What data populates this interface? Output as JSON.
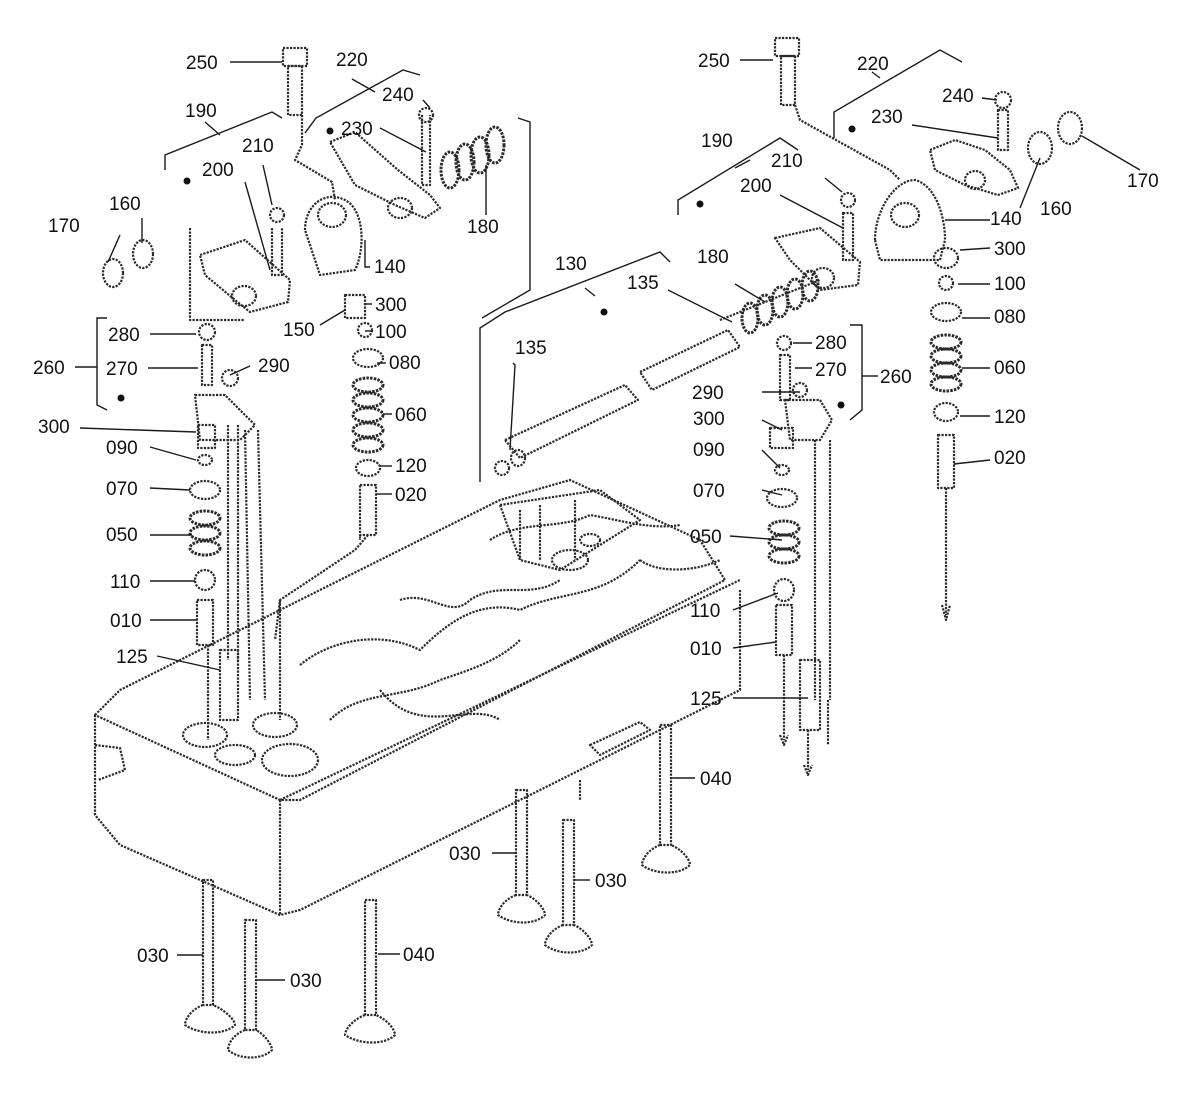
{
  "callouts": {
    "l250": "250",
    "l220": "220",
    "l240": "240",
    "l230": "230",
    "l190": "190",
    "l210": "210",
    "l200": "200",
    "l180": "180",
    "l170": "170",
    "l160": "160",
    "l140": "140",
    "l300a": "300",
    "l150": "150",
    "l100": "100",
    "l080": "080",
    "l280": "280",
    "l270": "270",
    "l290": "290",
    "l260": "260",
    "l300b": "300",
    "l090": "090",
    "l070": "070",
    "l060": "060",
    "l120": "120",
    "l020": "020",
    "l050": "050",
    "l110": "110",
    "l010": "010",
    "l125": "125",
    "l030a": "030",
    "l030b": "030",
    "l040a": "040",
    "r250": "250",
    "r220": "220",
    "r240": "240",
    "r230": "230",
    "r170": "170",
    "r190": "190",
    "r210": "210",
    "r200": "200",
    "r140": "140",
    "r160": "160",
    "r300a": "300",
    "r130": "130",
    "r135a": "135",
    "r135b": "135",
    "r180": "180",
    "r100": "100",
    "r080": "080",
    "r280": "280",
    "r270": "270",
    "r260": "260",
    "r060": "060",
    "r290": "290",
    "r300b": "300",
    "r120": "120",
    "r090": "090",
    "r020": "020",
    "r070": "070",
    "r050": "050",
    "r110": "110",
    "r010": "010",
    "r125": "125",
    "r040": "040",
    "r030a": "030",
    "r030b": "030"
  }
}
